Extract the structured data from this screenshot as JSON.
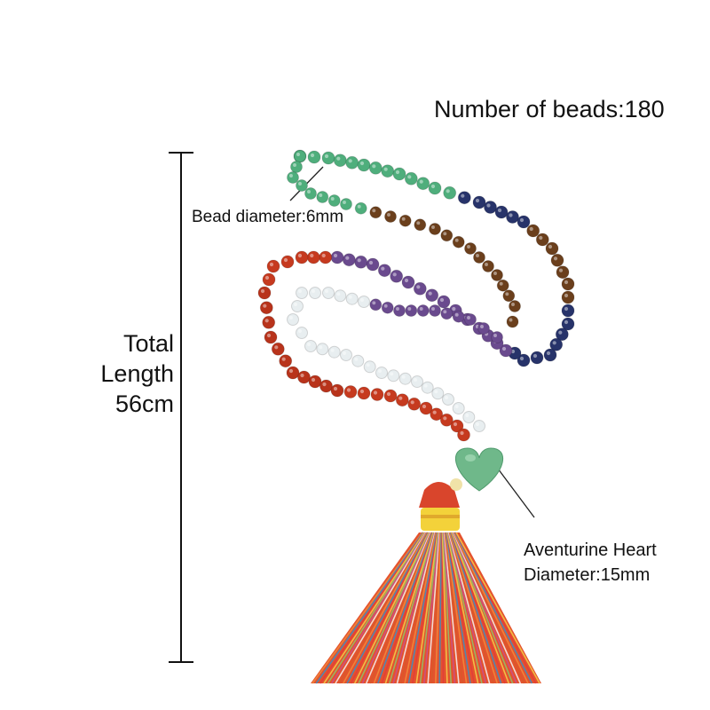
{
  "annotations": {
    "bead_count": "Number of beads:180",
    "bead_diameter": "Bead diameter:6mm",
    "total_length": [
      "Total",
      "Length",
      "56cm"
    ],
    "heart": [
      "Aventurine Heart",
      "Diameter:15mm"
    ]
  },
  "bead_colors": {
    "aventurine": "#4fae7c",
    "lapis": "#27336a",
    "tiger_eye": "#6b3f1c",
    "amethyst": "#6a4a8e",
    "carnelian": "#c63a1f",
    "red_jasper": "#b8331b",
    "crystal": "#e8eef0",
    "spacer": "#8a8f94"
  },
  "icons": [
    "dimension-bracket-icon",
    "pointer-line-icon",
    "tassel-icon",
    "heart-pendant-icon"
  ]
}
